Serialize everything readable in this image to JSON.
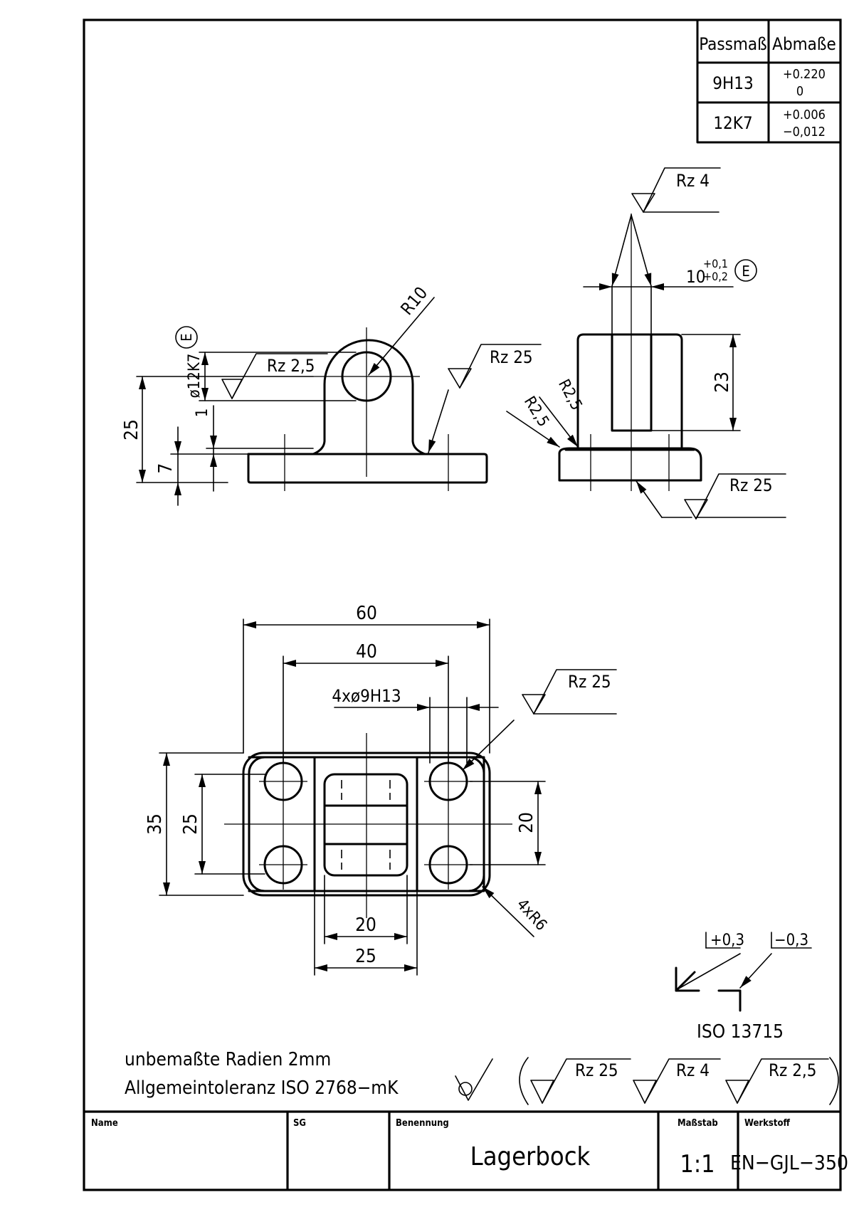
{
  "fit_table": {
    "headers": [
      "Passmaß",
      "Abmaße"
    ],
    "rows": [
      {
        "fit": "9H13",
        "upper": "+0.220",
        "lower": "0"
      },
      {
        "fit": "12K7",
        "upper": "+0.006",
        "lower": "−0,012"
      }
    ]
  },
  "front_view": {
    "radius_label": "R10",
    "bore_label": "ø12K7",
    "envelope_mark": "E",
    "surface_bore": "Rz 2,5",
    "surface_fillet": "Rz 25",
    "dim_height": "25",
    "dim_base": "7",
    "dim_step": "1"
  },
  "side_view": {
    "surface_top": "Rz 4",
    "slot_nominal": "10",
    "slot_upper": "+0,1",
    "slot_lower": "+0,2",
    "envelope_mark": "E",
    "dim_height": "23",
    "radius_a": "R2,5",
    "radius_b": "R2,5",
    "surface_bottom": "Rz 25"
  },
  "top_view": {
    "dim_width": "60",
    "dim_hole_spacing": "40",
    "holes_label": "4xø9H13",
    "surface_holes": "Rz 25",
    "dim_depth": "35",
    "dim_hole_depth": "25",
    "dim_pocket": "20",
    "dim_inner": "20",
    "dim_outer": "25",
    "corner_radius": "4xR6"
  },
  "edge_symbols": {
    "plus": "+0,3",
    "minus": "−0,3",
    "standard": "ISO 13715"
  },
  "notes": {
    "line1": "unbemaßte Radien 2mm",
    "line2": "Allgemeintoleranz ISO 2768−mK"
  },
  "general_surface": {
    "rz_a": "Rz 25",
    "rz_b": "Rz 4",
    "rz_c": "Rz 2,5"
  },
  "title_block": {
    "name_label": "Name",
    "sg_label": "SG",
    "benennung_label": "Benennung",
    "massstab_label": "Maßstab",
    "werkstoff_label": "Werkstoff",
    "title": "Lagerbock",
    "scale": "1:1",
    "material": "EN−GJL−350"
  }
}
